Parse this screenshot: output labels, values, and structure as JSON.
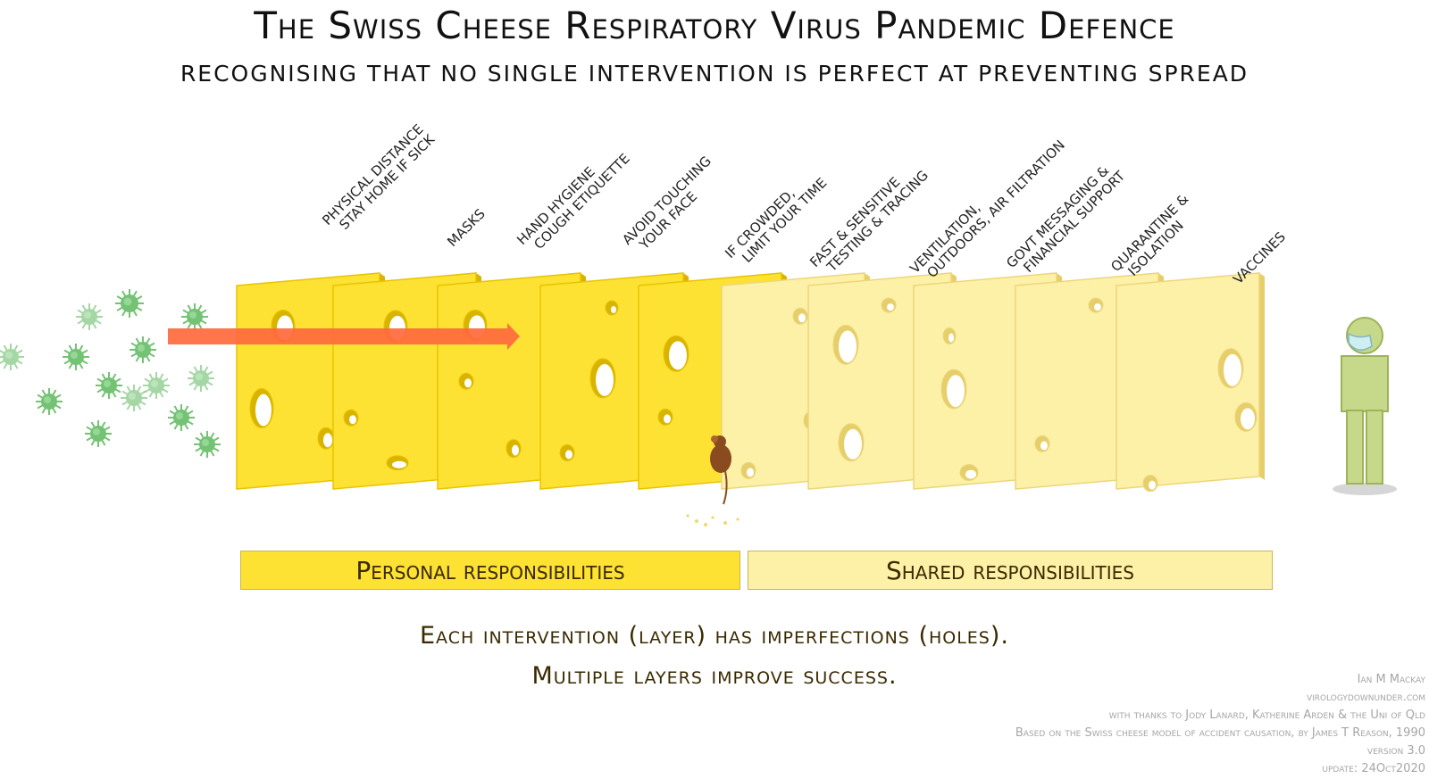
{
  "title": "The Swiss Cheese Respiratory Virus Pandemic Defence",
  "subtitle": "Recognising that no single intervention is perfect at preventing spread",
  "layers": [
    {
      "line1": "Physical distance",
      "line2": "Stay home if sick",
      "group": "personal"
    },
    {
      "line1": "Masks",
      "line2": "",
      "group": "personal"
    },
    {
      "line1": "Hand hygiene",
      "line2": "Cough etiquette",
      "group": "personal"
    },
    {
      "line1": "Avoid touching",
      "line2": "your face",
      "group": "personal"
    },
    {
      "line1": "If crowded,",
      "line2": "limit your time",
      "group": "personal"
    },
    {
      "line1": "Fast & sensitive",
      "line2": "testing & tracing",
      "group": "shared"
    },
    {
      "line1": "Ventilation,",
      "line2": "outdoors, air filtration",
      "group": "shared"
    },
    {
      "line1": "Govt messaging &",
      "line2": "financial support",
      "group": "shared"
    },
    {
      "line1": "Quarantine &",
      "line2": "isolation",
      "group": "shared"
    },
    {
      "line1": "Vaccines",
      "line2": "",
      "group": "shared"
    }
  ],
  "groups": {
    "personal": "Personal responsibilities",
    "shared": "Shared responsibilities"
  },
  "caption": {
    "line1": "Each intervention (layer) has imperfections (holes).",
    "line2": "Multiple layers improve success."
  },
  "credits": {
    "author": "Ian M Mackay",
    "site": "virologydownunder.com",
    "thanks": "with thanks to Jody Lanard, Katherine Arden & the Uni of Qld",
    "basis": "Based on the Swiss cheese model of accident causation, by James T Reason, 1990",
    "version": "version 3.0",
    "update": "update: 24Oct2020"
  },
  "colors": {
    "personal_cheese": "#fde233",
    "shared_cheese": "#fdf1a8",
    "virus": "#5cb85c",
    "arrow": "#ff6a3d",
    "person": "#c6d98a"
  },
  "icons": [
    "virus-icon",
    "mouse-icon",
    "person-icon",
    "mask-icon",
    "arrow-icon"
  ]
}
